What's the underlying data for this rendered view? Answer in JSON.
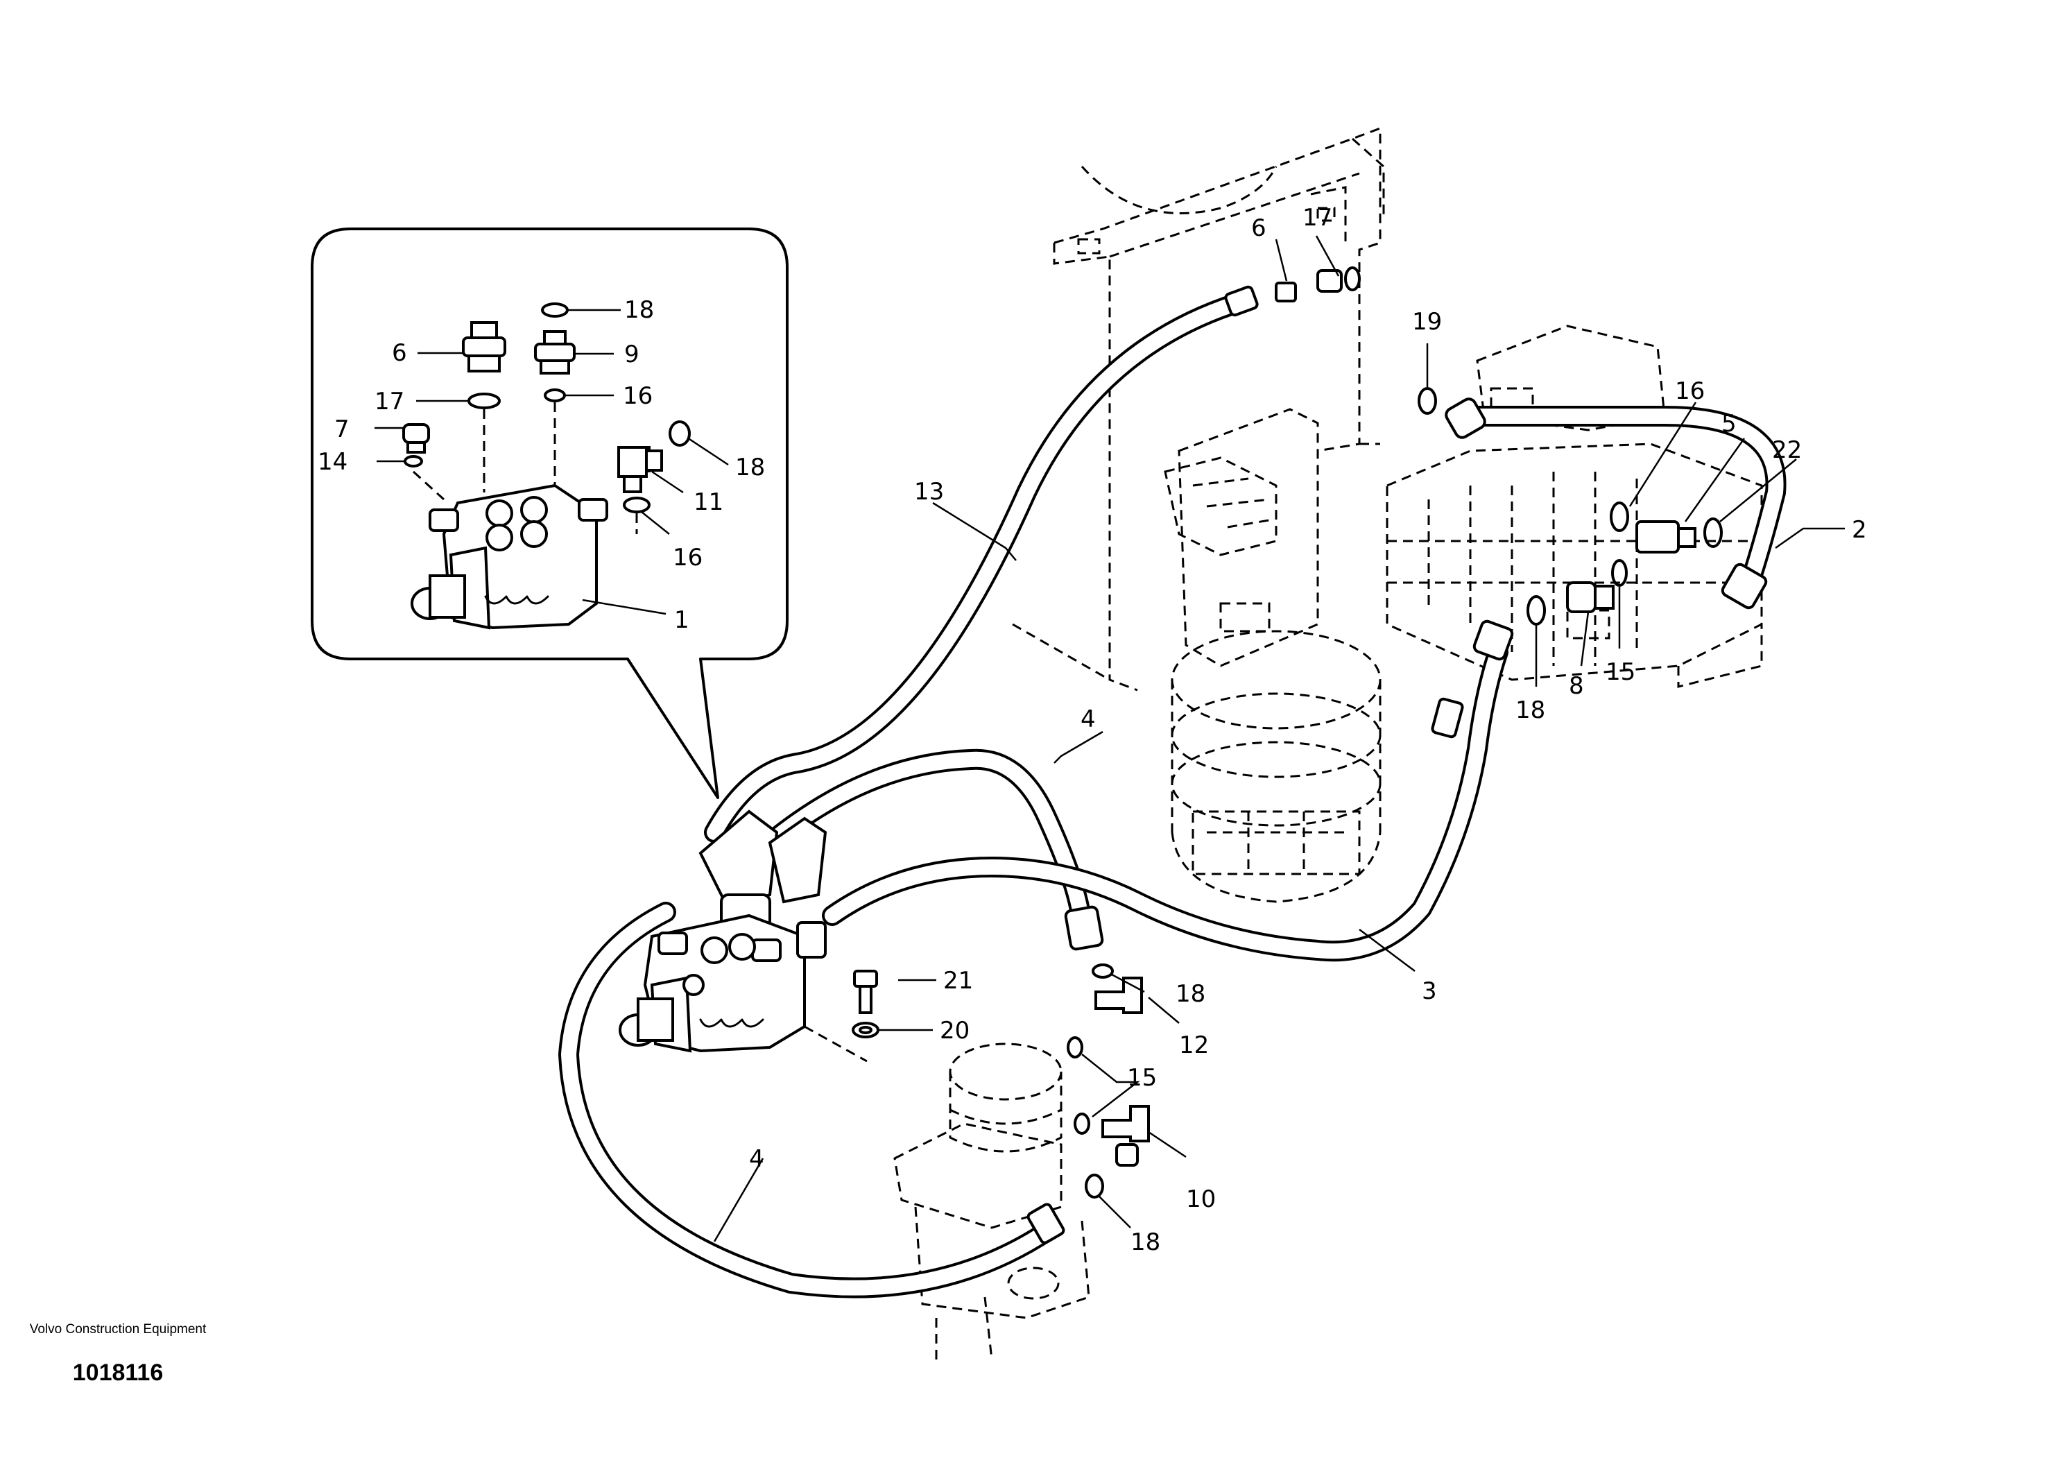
{
  "labels": {
    "l1": "1",
    "l2": "2",
    "l3": "3",
    "l4a": "4",
    "l4b": "4",
    "l5": "5",
    "l6a": "6",
    "l6b": "6",
    "l7": "7",
    "l8": "8",
    "l9": "9",
    "l10": "10",
    "l11": "11",
    "l12": "12",
    "l13": "13",
    "l14": "14",
    "l15a": "15",
    "l15b": "15",
    "l16a": "16",
    "l16b": "16",
    "l16c": "16",
    "l17a": "17",
    "l17b": "17",
    "l18a": "18",
    "l18b": "18",
    "l18c": "18",
    "l18d": "18",
    "l18e": "18",
    "l19": "19",
    "l20": "20",
    "l21": "21",
    "l22": "22"
  },
  "footer": {
    "manufacturer": "Volvo Construction Equipment",
    "drawing_number": "1018116"
  }
}
